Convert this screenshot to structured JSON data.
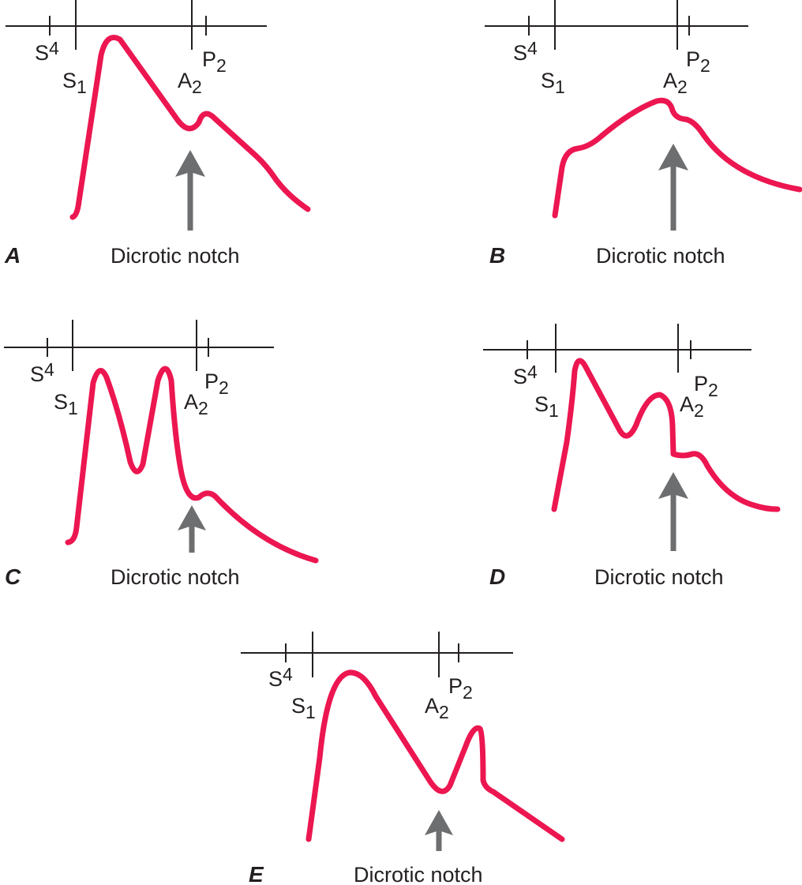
{
  "markers": {
    "s4": {
      "base": "S",
      "sub": "4"
    },
    "s1": {
      "base": "S",
      "sub": "1"
    },
    "a2": {
      "base": "A",
      "sub": "2"
    },
    "p2": {
      "base": "P",
      "sub": "2"
    }
  },
  "panels": [
    {
      "letter": "A",
      "caption": "Dicrotic notch"
    },
    {
      "letter": "B",
      "caption": "Dicrotic notch"
    },
    {
      "letter": "C",
      "caption": "Dicrotic notch"
    },
    {
      "letter": "D",
      "caption": "Dicrotic notch"
    },
    {
      "letter": "E",
      "caption": "Dicrotic notch"
    }
  ],
  "colors": {
    "waveform": "#ec1651",
    "arrow": "#6d6e70",
    "axis": "#231f20"
  }
}
